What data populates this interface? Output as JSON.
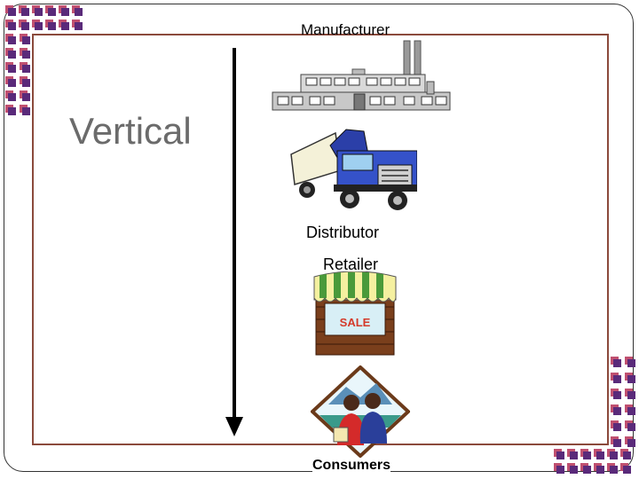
{
  "diagram": {
    "title": "Vertical",
    "stages": {
      "manufacturer": "Manufacturer",
      "distributor": "Distributor",
      "retailer": "Retailer",
      "consumers": "Consumers"
    },
    "sale_sign": "SALE"
  },
  "colors": {
    "frame": "#8b4a3c",
    "square_purple": "#5a2a7a",
    "square_pink": "#c05070",
    "title": "#6b6b6b"
  }
}
